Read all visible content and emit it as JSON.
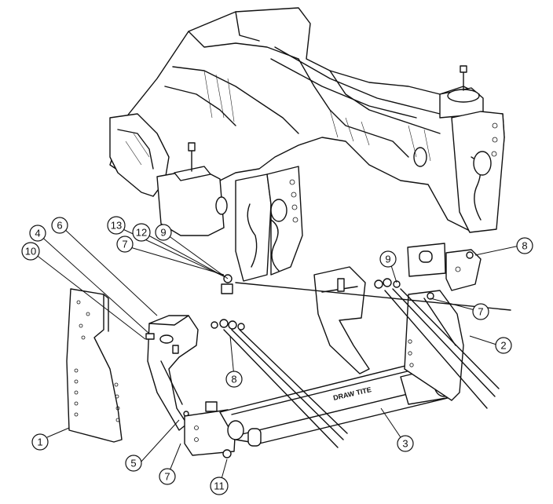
{
  "callouts": [
    {
      "id": "c1",
      "label": "1"
    },
    {
      "id": "c2",
      "label": "2"
    },
    {
      "id": "c3",
      "label": "3"
    },
    {
      "id": "c4",
      "label": "4"
    },
    {
      "id": "c5",
      "label": "5"
    },
    {
      "id": "c6",
      "label": "6"
    },
    {
      "id": "c7a",
      "label": "7"
    },
    {
      "id": "c7b",
      "label": "7"
    },
    {
      "id": "c7c",
      "label": "7"
    },
    {
      "id": "c8a",
      "label": "8"
    },
    {
      "id": "c8b",
      "label": "8"
    },
    {
      "id": "c9a",
      "label": "9"
    },
    {
      "id": "c9b",
      "label": "9"
    },
    {
      "id": "c10",
      "label": "10"
    },
    {
      "id": "c11",
      "label": "11"
    },
    {
      "id": "c12",
      "label": "12"
    },
    {
      "id": "c13",
      "label": "13"
    }
  ],
  "crossbar_text": "DRAW TITE"
}
